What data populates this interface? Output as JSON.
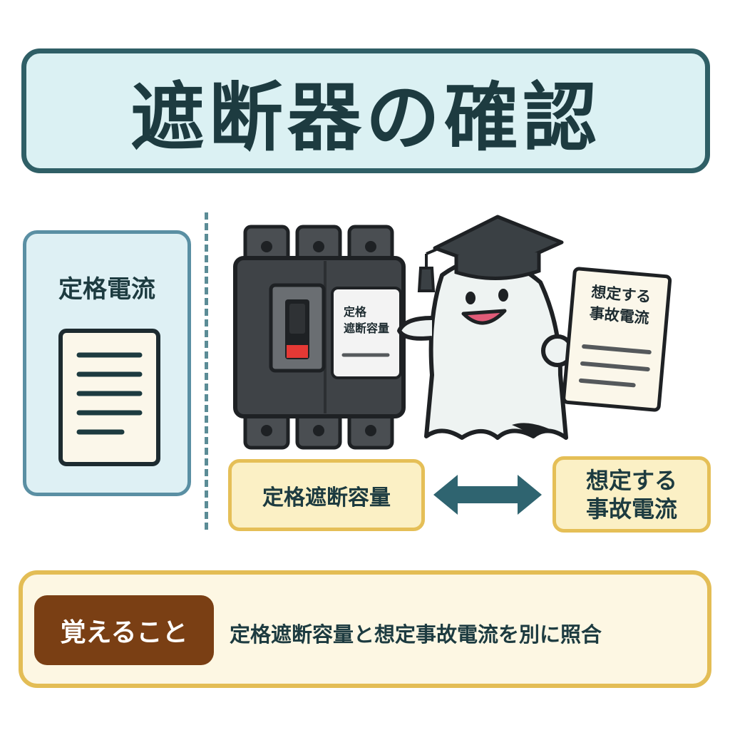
{
  "title": "遮断器の確認",
  "left_panel": {
    "label": "定格電流"
  },
  "breaker": {
    "label_line1": "定格",
    "label_line2": "遮断容量"
  },
  "paper": {
    "line1": "想定する",
    "line2": "事故電流"
  },
  "compare": {
    "left": "定格遮断容量",
    "right": "想定する\n事故電流"
  },
  "remember": {
    "badge": "覚えること",
    "text": "定格遮断容量と想定事故電流を別に照合"
  },
  "colors": {
    "title_border": "#2f5f66",
    "title_bg": "#dbf1f3",
    "accent_yellow": "#e5bf57",
    "badge": "#7a3f14",
    "arrow": "#2f6470",
    "breaker_body": "#3f4347",
    "breaker_lamp": "#e53935"
  }
}
